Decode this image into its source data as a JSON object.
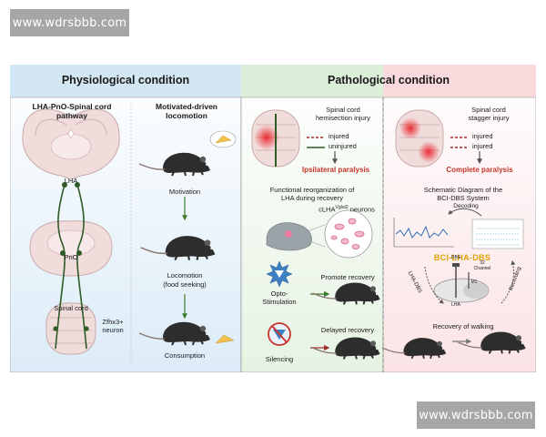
{
  "watermark": {
    "top": "www.wdrsbbb.com",
    "bottom": "www.wdrsbbb.com"
  },
  "panels": {
    "physiological": {
      "header": "Physiological condition",
      "pathway_title": "LHA-PnO-Spinal cord pathway",
      "locomotion_title": "Motivated-driven locomotion",
      "labels": {
        "lha": "LHA",
        "pno": "PnO",
        "spinal": "Spinal cord",
        "neuron": "Zfhx3+ neuron"
      },
      "steps": {
        "motivation": "Motivation",
        "locomotion": "Locomotion",
        "food": "(food seeking)",
        "consumption": "Consumption"
      }
    },
    "pathological": {
      "header": "Pathological condition",
      "hemisection": {
        "title_line1": "Spinal cord",
        "title_line2": "hemisection injury",
        "legend_injured": "injured",
        "legend_uninjured": "uninjured",
        "result": "Ipsilateral paralysis"
      },
      "reorg": {
        "title_line1": "Functional reorganization of",
        "title_line2": "LHA during recovery",
        "neurons_prefix": "cLHA",
        "neurons_sup": "Vglut2",
        "neurons_suffix": " neurons"
      },
      "opto": {
        "line1": "Opto-",
        "line2": "Stimulation",
        "result": "Promote recovery"
      },
      "silencing": {
        "label": "Silencing",
        "result": "Delayed recovery"
      },
      "stagger": {
        "title_line1": "Spinal cord",
        "title_line2": "stagger injury",
        "legend_1": "injured",
        "legend_2": "injured",
        "result": "Complete paralysis"
      },
      "bci": {
        "title_line1": "Schematic Diagram of the",
        "title_line2": "BCI-DBS System",
        "decoding": "Decoding",
        "system": "BCI-LHA-DBS",
        "lha_dbs": "LHA-DBS",
        "recording": "Recording",
        "dbs": "DBS",
        "channel_line1": "32",
        "channel_line2": "Channel",
        "m1": "M1",
        "lha": "LHA"
      },
      "recovery": "Recovery of walking"
    }
  }
}
